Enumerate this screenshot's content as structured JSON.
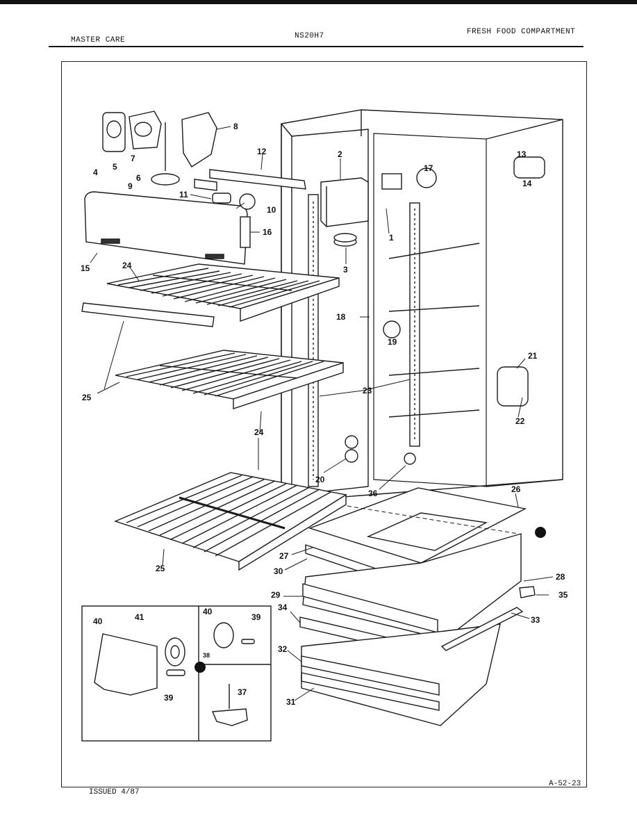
{
  "header": {
    "left": "MASTER CARE",
    "center": "NS20H7",
    "right": "FRESH FOOD COMPARTMENT"
  },
  "footer": {
    "issued": "ISSUED 4/87",
    "page_code": "A-52-23"
  },
  "callouts": [
    "1",
    "2",
    "3",
    "4",
    "5",
    "6",
    "7",
    "8",
    "9",
    "10",
    "11",
    "12",
    "13",
    "14",
    "15",
    "16",
    "17",
    "18",
    "19",
    "20",
    "21",
    "22",
    "23",
    "24",
    "25",
    "26",
    "27",
    "28",
    "29",
    "30",
    "31",
    "32",
    "33",
    "34",
    "35",
    "36",
    "37",
    "38",
    "39",
    "40",
    "41"
  ]
}
